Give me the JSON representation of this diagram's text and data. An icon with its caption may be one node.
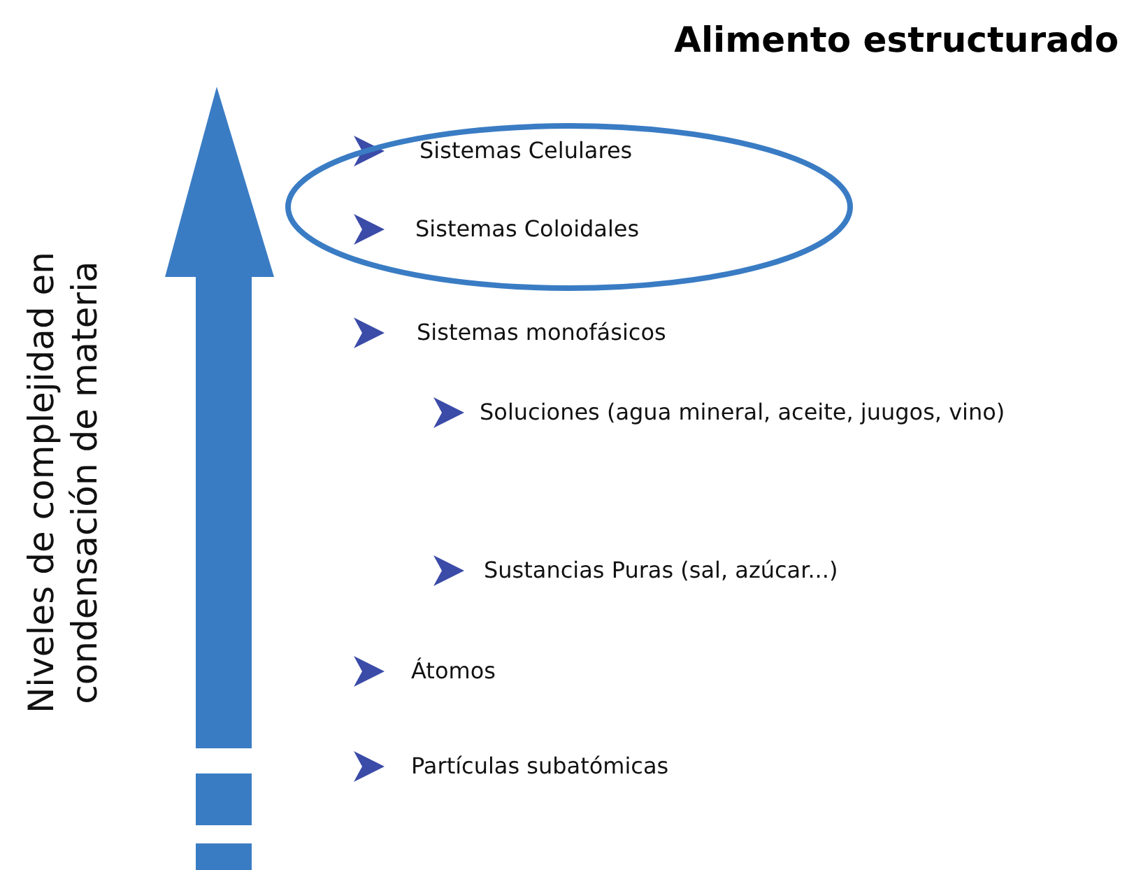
{
  "diagram": {
    "title": "Alimento estructurado",
    "nodes": [
      {
        "text": [
          "Sistemas Celulares",
          "Sistemas Coloidales"
        ]
      }
    ],
    "labels": [
      "Niveles de complejidad en condensación de materia",
      "Sistemas monofásicos",
      "Soluciones (agua mineral, aceite, juugos, vino)",
      "Sustancias Puras (sal, azúcar...)",
      "Átomos",
      "Partículas subatómicas"
    ]
  }
}
